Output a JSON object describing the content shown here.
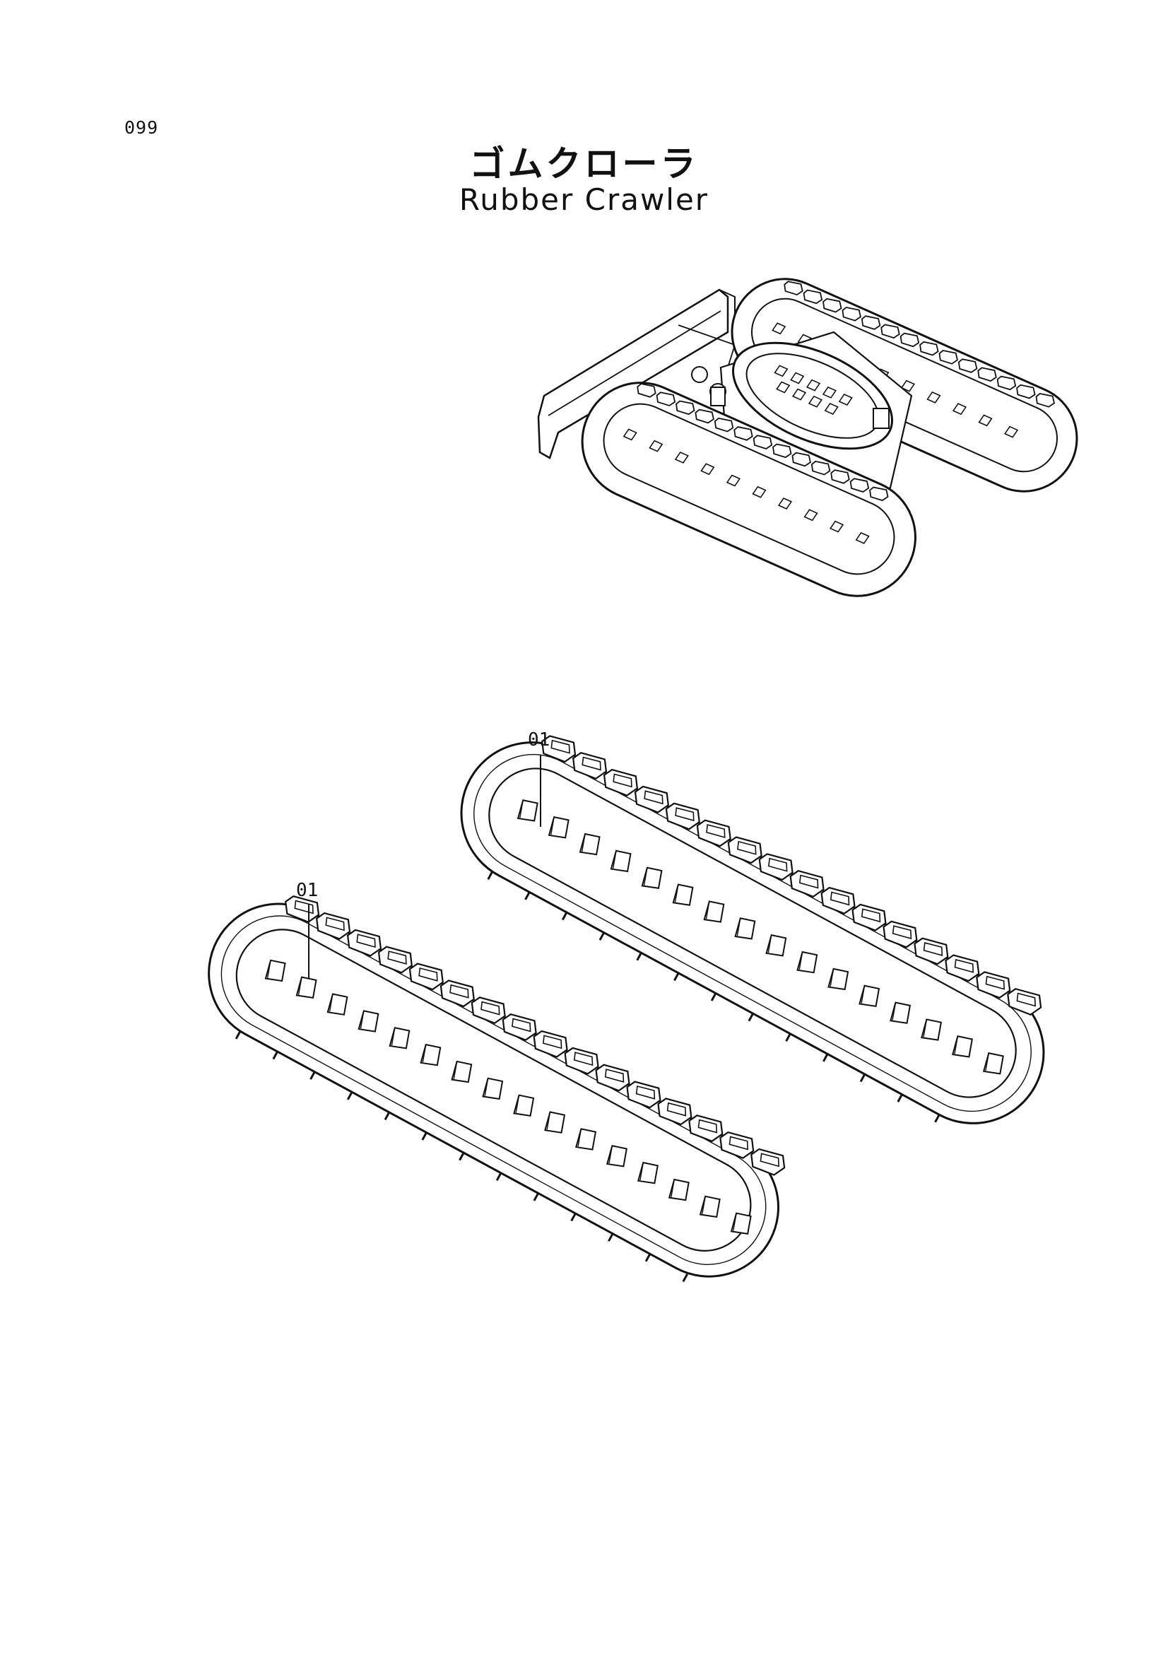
{
  "page": {
    "number": "099"
  },
  "title": {
    "japanese": "ゴムクローラ",
    "english": "Rubber Crawler"
  },
  "callouts": [
    {
      "label": "01",
      "part": "rubber-crawler-rear"
    },
    {
      "label": "01",
      "part": "rubber-crawler-front"
    }
  ]
}
